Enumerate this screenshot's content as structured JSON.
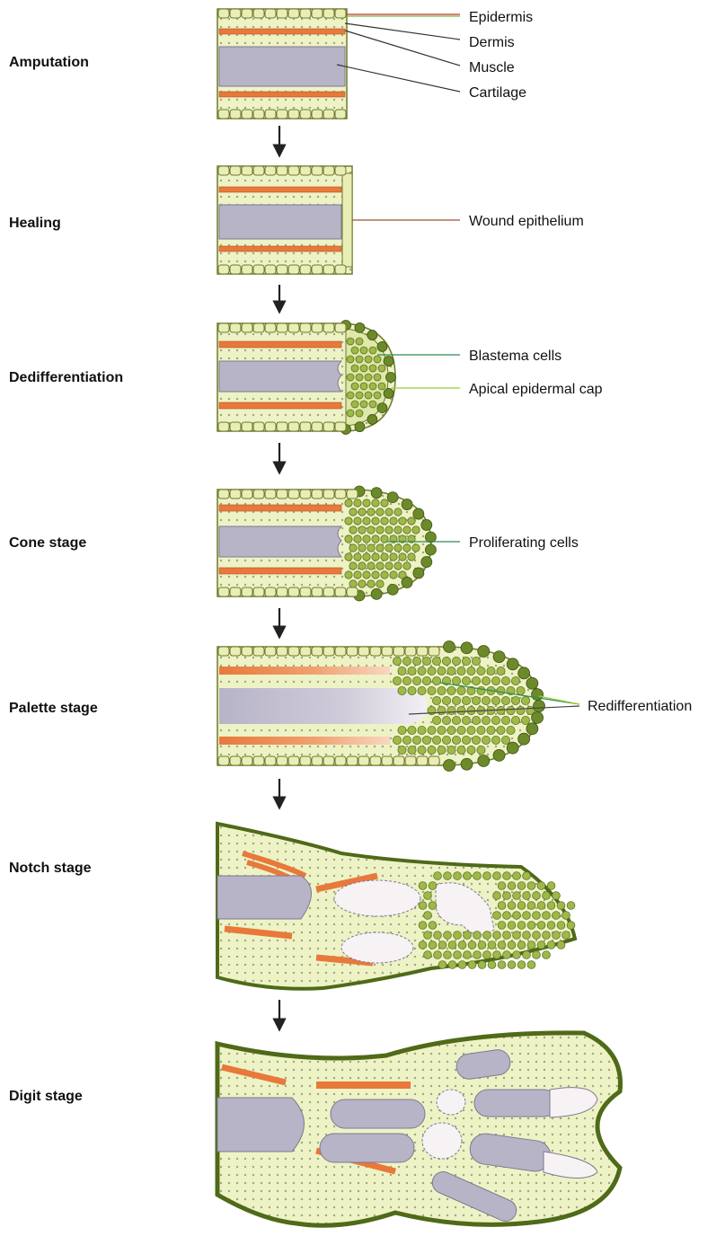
{
  "stages": [
    {
      "label": "Amputation"
    },
    {
      "label": "Healing"
    },
    {
      "label": "Dedifferentiation"
    },
    {
      "label": "Cone stage"
    },
    {
      "label": "Palette stage"
    },
    {
      "label": "Notch stage"
    },
    {
      "label": "Digit stage"
    }
  ],
  "callouts": {
    "epidermis": "Epidermis",
    "dermis": "Dermis",
    "muscle": "Muscle",
    "cartilage": "Cartilage",
    "wound_epithelium": "Wound epithelium",
    "blastema_cells": "Blastema cells",
    "apical_cap": "Apical epidermal cap",
    "proliferating": "Proliferating cells",
    "redifferentiation": "Redifferentiation"
  },
  "colors": {
    "epidermis": "#e9eeb7",
    "epidermis_outline": "#6f7a2c",
    "dermis": "#eef3c6",
    "muscle": "#e8793a",
    "cartilage": "#b8b4c8",
    "blastema": "#9fb84a",
    "cap": "#6c8a2a",
    "bone_new": "#f7f2f3",
    "arrow": "#222222"
  }
}
